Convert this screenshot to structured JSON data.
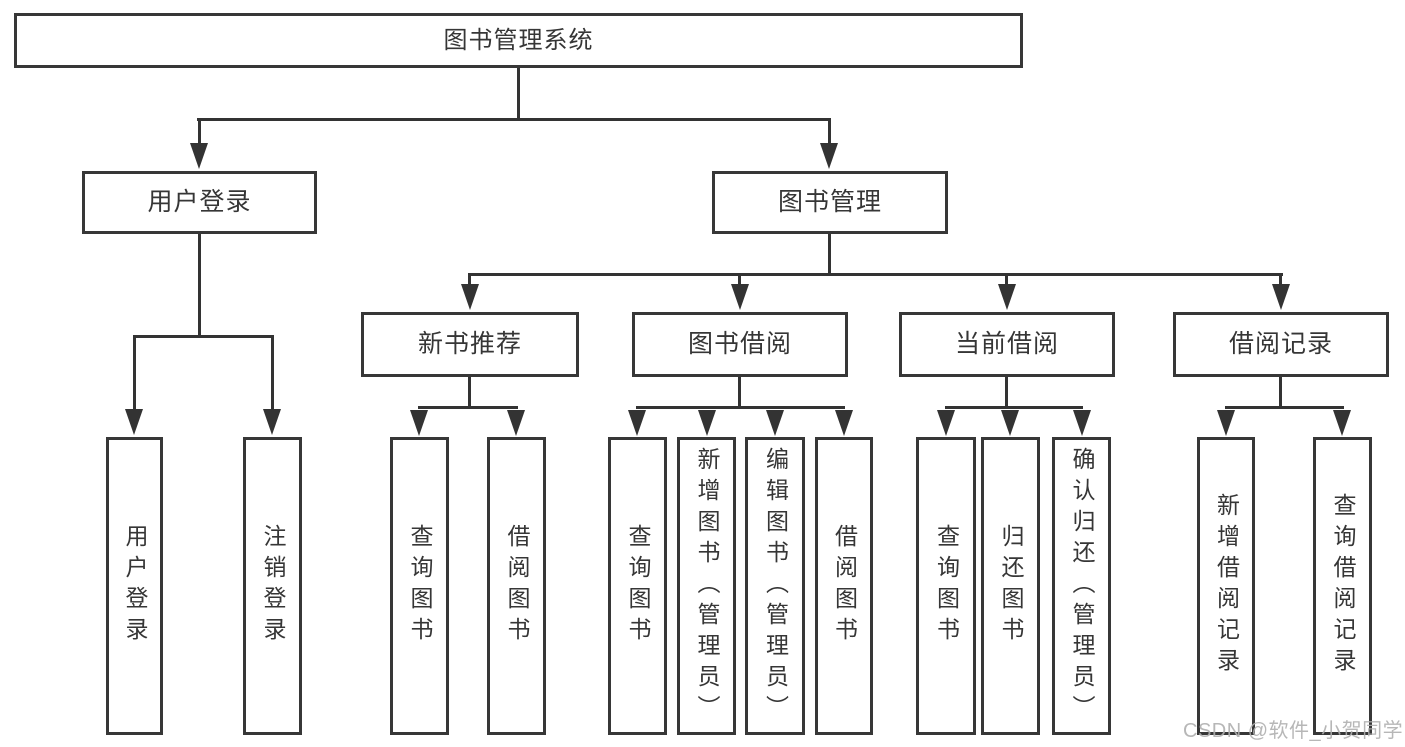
{
  "diagram_title": "图书管理系统",
  "tree": {
    "label": "图书管理系统",
    "children": [
      {
        "label": "用户登录",
        "children": [
          {
            "label": "用户登录"
          },
          {
            "label": "注销登录"
          }
        ]
      },
      {
        "label": "图书管理",
        "children": [
          {
            "label": "新书推荐",
            "children": [
              {
                "label": "查询图书"
              },
              {
                "label": "借阅图书"
              }
            ]
          },
          {
            "label": "图书借阅",
            "children": [
              {
                "label": "查询图书"
              },
              {
                "label": "新增图书（管理员）"
              },
              {
                "label": "编辑图书（管理员）"
              },
              {
                "label": "借阅图书"
              }
            ]
          },
          {
            "label": "当前借阅",
            "children": [
              {
                "label": "查询图书"
              },
              {
                "label": "归还图书"
              },
              {
                "label": "确认归还（管理员）"
              }
            ]
          },
          {
            "label": "借阅记录",
            "children": [
              {
                "label": "新增借阅记录"
              },
              {
                "label": "查询借阅记录"
              }
            ]
          }
        ]
      }
    ]
  },
  "watermark": {
    "text": "CSDN @软件_小贺同学"
  },
  "colors": {
    "line": "#333333",
    "border": "#373737",
    "text": "#363636",
    "watermark": "#afafaf",
    "background": "#ffffff"
  }
}
